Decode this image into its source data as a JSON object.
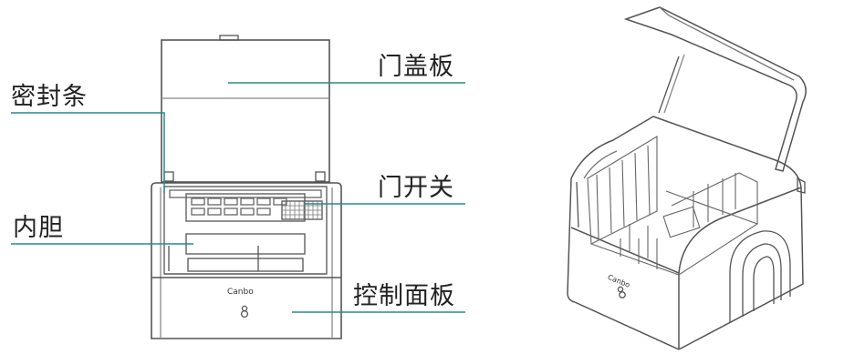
{
  "labels": {
    "door_panel": "门盖板",
    "seal_strip": "密封条",
    "door_switch": "门开关",
    "inner_tank": "内胆",
    "control_panel": "控制面板"
  },
  "brand": {
    "front_logo": "Canbo",
    "perspective_logo": "Canbo"
  },
  "colors": {
    "leader": "#2a8a8a",
    "outline": "#555555"
  }
}
